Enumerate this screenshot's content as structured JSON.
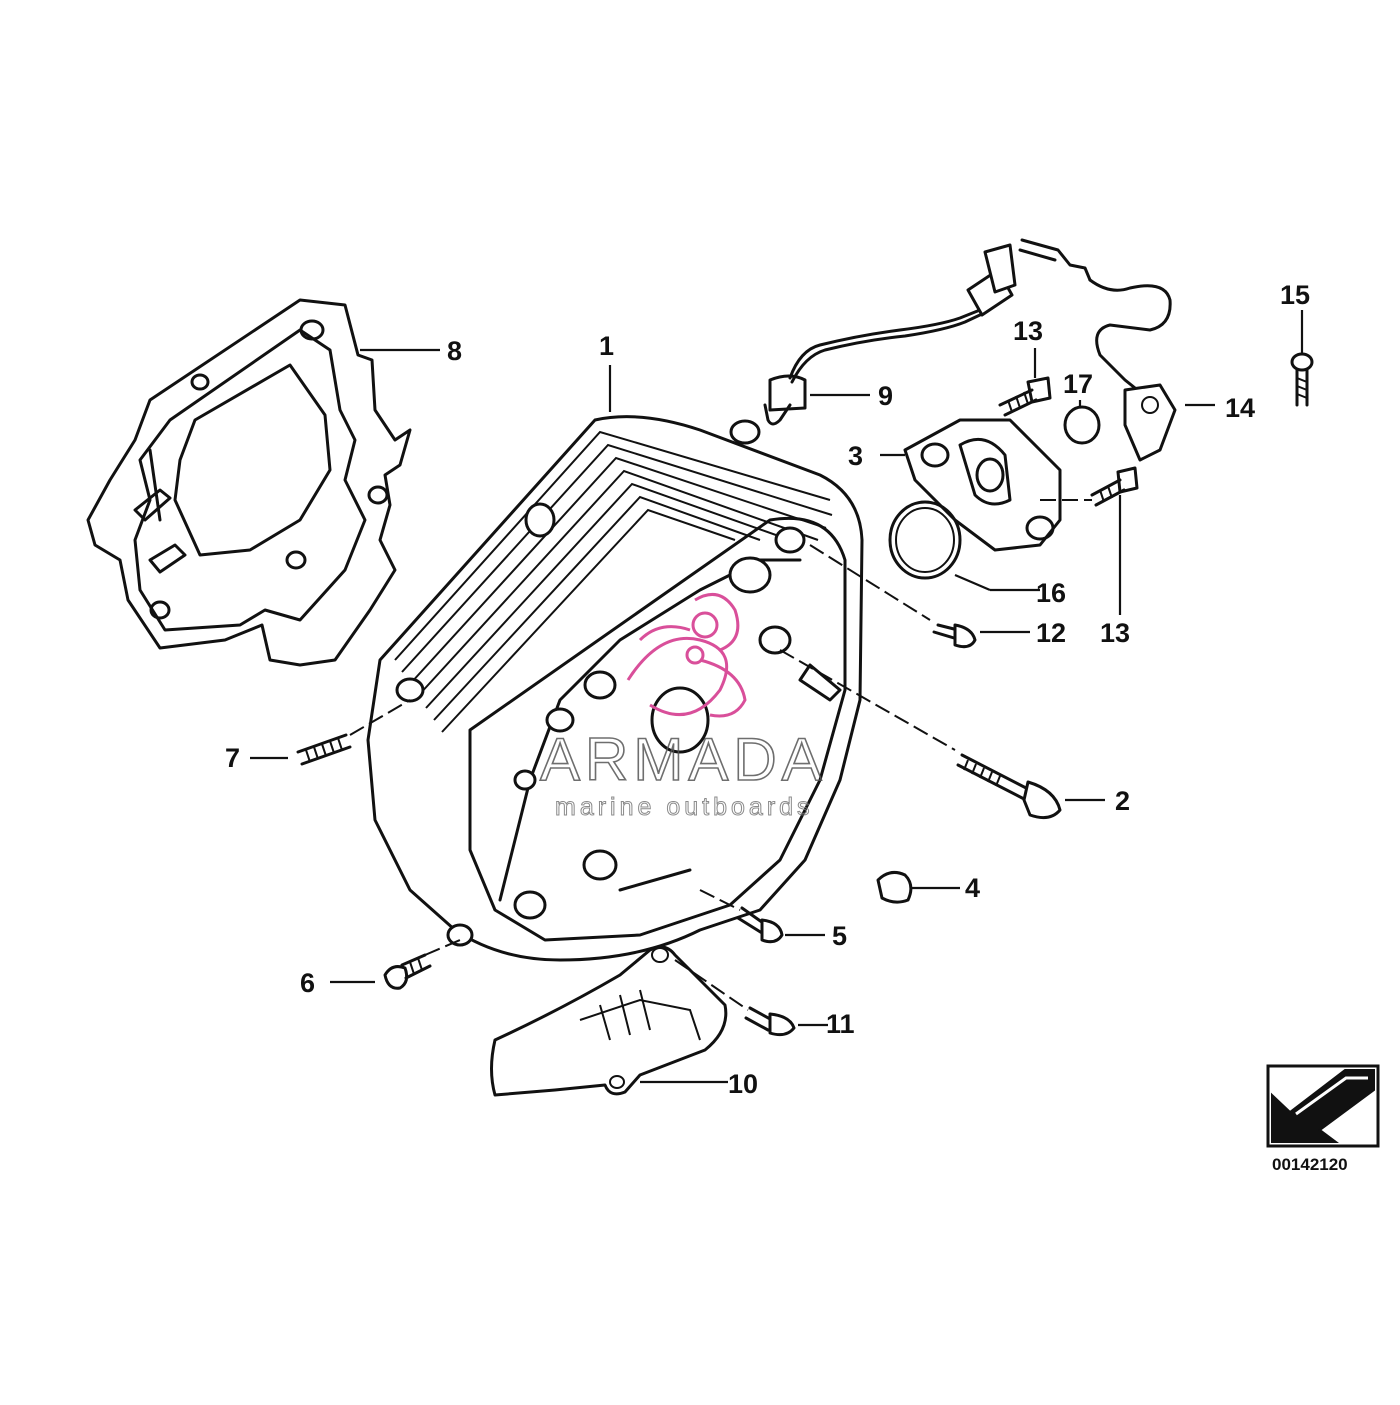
{
  "diagram": {
    "reference_code": "00142120",
    "callouts": [
      {
        "id": "1",
        "label": "1"
      },
      {
        "id": "2",
        "label": "2"
      },
      {
        "id": "3",
        "label": "3"
      },
      {
        "id": "4",
        "label": "4"
      },
      {
        "id": "5",
        "label": "5"
      },
      {
        "id": "6",
        "label": "6"
      },
      {
        "id": "7",
        "label": "7"
      },
      {
        "id": "8",
        "label": "8"
      },
      {
        "id": "9",
        "label": "9"
      },
      {
        "id": "10",
        "label": "10"
      },
      {
        "id": "11",
        "label": "11"
      },
      {
        "id": "12",
        "label": "12"
      },
      {
        "id": "13a",
        "label": "13"
      },
      {
        "id": "13b",
        "label": "13"
      },
      {
        "id": "14",
        "label": "14"
      },
      {
        "id": "15",
        "label": "15"
      },
      {
        "id": "16",
        "label": "16"
      },
      {
        "id": "17",
        "label": "17"
      }
    ]
  },
  "watermark": {
    "brand": "ARMADA",
    "tagline": "marine outboards",
    "accent_color": "#d94f9a"
  },
  "colors": {
    "line": "#111111",
    "background": "#ffffff"
  }
}
